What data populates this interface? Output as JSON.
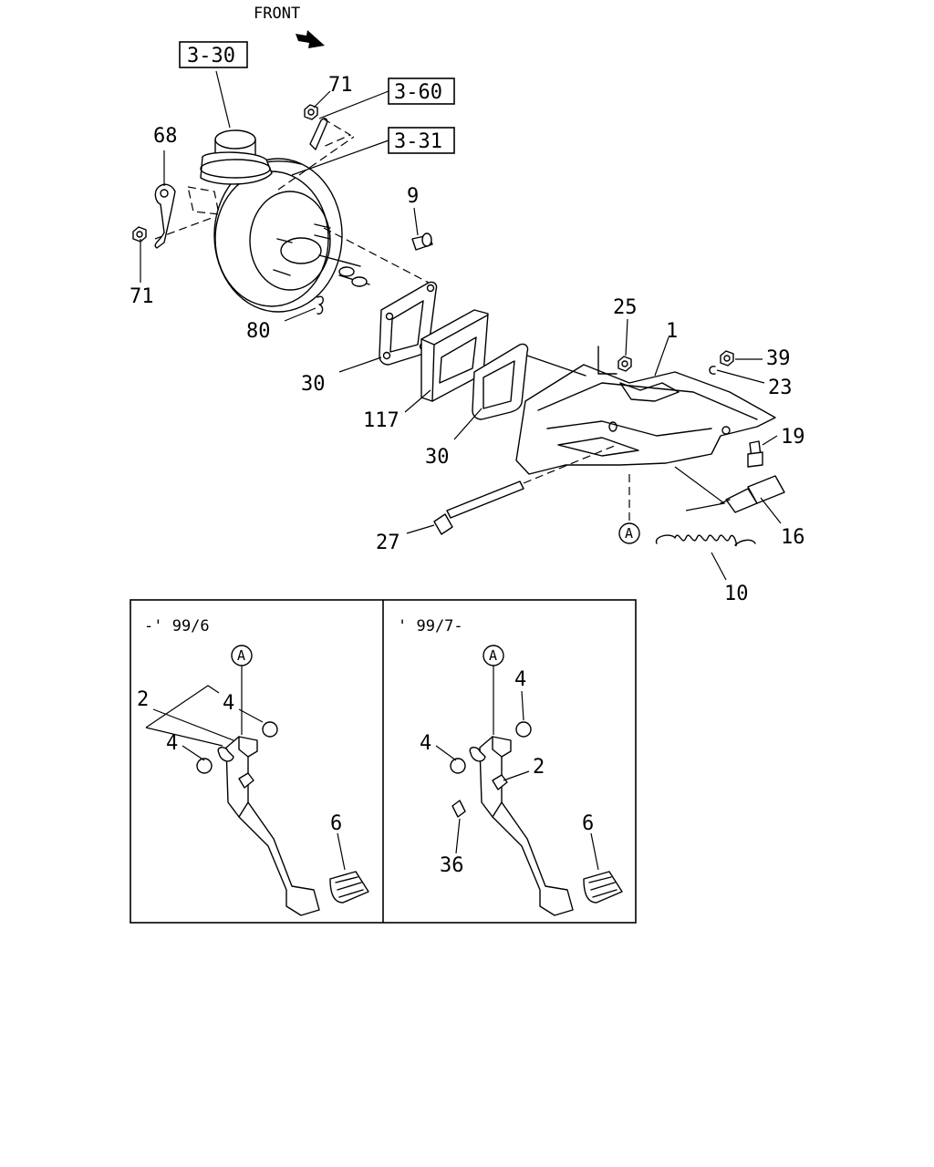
{
  "front_label": "FRONT",
  "ref_boxes": {
    "master_cylinder": "3-30",
    "brake_pipe": "3-60",
    "booster": "3-31"
  },
  "callouts": {
    "nut_71_top": "71",
    "bracket_68": "68",
    "nut_71_left": "71",
    "pin_9": "9",
    "clip_80": "80",
    "gasket_30_a": "30",
    "spacer_117": "117",
    "gasket_30_b": "30",
    "nut_25": "25",
    "bracket_1": "1",
    "nut_39": "39",
    "clip_23": "23",
    "bolt_19": "19",
    "switch_16": "16",
    "bolt_27": "27",
    "spring_10": "10",
    "marker_a": "A"
  },
  "inset": {
    "left_period": "-' 99/6",
    "right_period": "' 99/7-",
    "left": {
      "marker": "A",
      "bush_2": "2",
      "bush_4_upper": "4",
      "bush_4_lower": "4",
      "pad_6": "6"
    },
    "right": {
      "marker": "A",
      "bush_4_upper": "4",
      "bush_4_left": "4",
      "bush_2": "2",
      "pad_6": "6",
      "stopper_36": "36"
    }
  }
}
